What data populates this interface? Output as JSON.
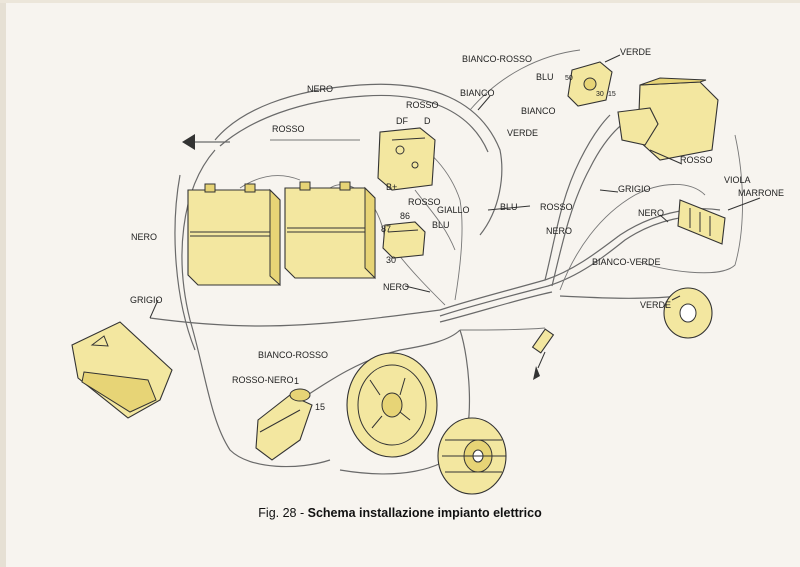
{
  "caption": {
    "fig": "Fig. 28 -",
    "title": "Schema installazione impianto elettrico"
  },
  "labels": {
    "nero_top": "NERO",
    "bianco_rosso_top": "BIANCO-ROSSO",
    "verde_top": "VERDE",
    "blu_top": "BLU",
    "rosso_regulator": "ROSSO",
    "bianco_right": "BIANCO",
    "bianco_left": "BIANCO",
    "rosso_left": "ROSSO",
    "df": "DF",
    "d": "D",
    "verde_mid": "VERDE",
    "b_plus": "B+",
    "rosso_mid": "ROSSO",
    "giallo": "GIALLO",
    "blu_mid": "BLU",
    "blu_right": "BLU",
    "rosso_right": "ROSSO",
    "grigio_right": "GRIGIO",
    "viola": "VIOLA",
    "marrone": "MARRONE",
    "nero_right": "NERO",
    "rosso_center": "ROSSO",
    "nero_center": "NERO",
    "term_86": "86",
    "term_87": "87",
    "term_30": "30",
    "nero_left": "NERO",
    "nero_mid": "NERO",
    "bianco_verde": "BIANCO-VERDE",
    "verde_horn": "VERDE",
    "grigio_left": "GRIGIO",
    "bianco_rosso_coil": "BIANCO-ROSSO",
    "rosso_nero": "ROSSO-NERO",
    "term_1": "1",
    "term_15": "15",
    "term_50": "50",
    "term_30_switch": "30",
    "term_15_switch": "15"
  },
  "colors": {
    "part_fill": "#f3e7a0",
    "wire": "#6a6a6a",
    "background": "#f7f4ef"
  }
}
